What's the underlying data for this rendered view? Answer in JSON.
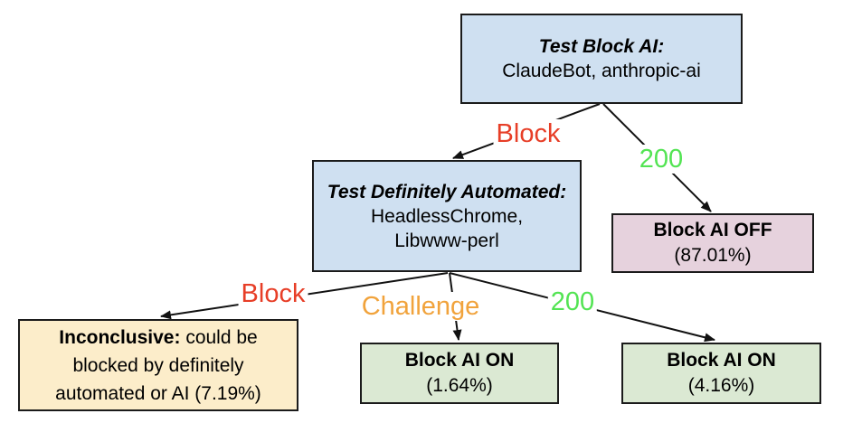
{
  "diagram": {
    "background_color": "#ffffff",
    "line_color": "#111111",
    "nodes": {
      "test_block_ai": {
        "title": "Test Block AI:",
        "body": "ClaudeBot, anthropic-ai",
        "fill": "#cfe0f1"
      },
      "test_definitely_automated": {
        "title": "Test Definitely Automated:",
        "body": "HeadlessChrome, Libwww-perl",
        "fill": "#cfe0f1"
      },
      "block_ai_off": {
        "title": "Block AI OFF",
        "percent": "(87.01%)",
        "fill": "#e6d2dd"
      },
      "inconclusive": {
        "lead": "Inconclusive:",
        "rest": " could be blocked by definitely automated or AI (7.19%)",
        "fill": "#fcedca"
      },
      "block_ai_on_challenge": {
        "title": "Block AI ON",
        "percent": "(1.64%)",
        "fill": "#dbe9d3"
      },
      "block_ai_on_200": {
        "title": "Block AI ON",
        "percent": "(4.16%)",
        "fill": "#dbe9d3"
      }
    },
    "edge_labels": {
      "block_top": {
        "text": "Block",
        "color": "#e73e27"
      },
      "ok_top": {
        "text": "200",
        "color": "#53e453"
      },
      "block_bottom": {
        "text": "Block",
        "color": "#e73e27"
      },
      "challenge": {
        "text": "Challenge",
        "color": "#f1a33c"
      },
      "ok_bottom": {
        "text": "200",
        "color": "#53e453"
      }
    }
  }
}
